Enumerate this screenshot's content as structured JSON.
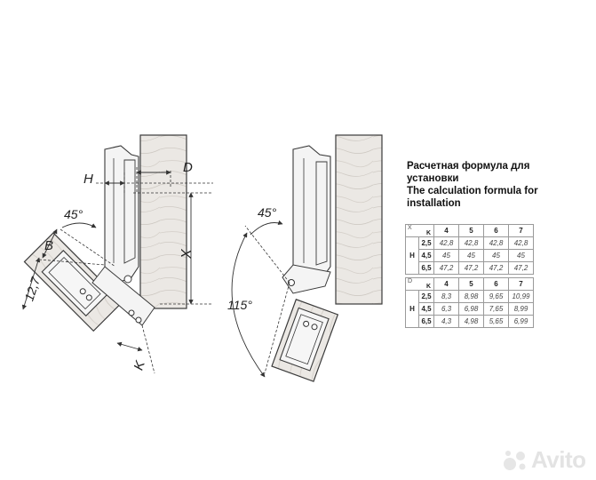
{
  "caption": {
    "line1": "Расчетная формула для",
    "line2": "установки",
    "line3": "The calculation formula for",
    "line4": "installation"
  },
  "labels": {
    "H": "H",
    "D": "D",
    "X": "X",
    "B": "B",
    "K": "K",
    "w127": "12,7",
    "a45_left": "45°",
    "a45_right": "45°",
    "a115": "115°"
  },
  "table_x": {
    "corner_left": "X",
    "corner_right": "K",
    "row_axis": "H",
    "columns": [
      "4",
      "5",
      "6",
      "7"
    ],
    "rows": [
      {
        "h": "2,5",
        "v": [
          "42,8",
          "42,8",
          "42,8",
          "42,8"
        ]
      },
      {
        "h": "4,5",
        "v": [
          "45",
          "45",
          "45",
          "45"
        ]
      },
      {
        "h": "6,5",
        "v": [
          "47,2",
          "47,2",
          "47,2",
          "47,2"
        ]
      }
    ]
  },
  "table_d": {
    "corner_left": "D",
    "corner_right": "K",
    "row_axis": "H",
    "columns": [
      "4",
      "5",
      "6",
      "7"
    ],
    "rows": [
      {
        "h": "2,5",
        "v": [
          "8,3",
          "8,98",
          "9,65",
          "10,99"
        ]
      },
      {
        "h": "4,5",
        "v": [
          "6,3",
          "6,98",
          "7,65",
          "8,99"
        ]
      },
      {
        "h": "6,5",
        "v": [
          "4,3",
          "4,98",
          "5,65",
          "6,99"
        ]
      }
    ]
  },
  "watermark": "Avito",
  "colors": {
    "line": "#3a3a3a",
    "wood": "#e9e6e2",
    "metal": "#f4f4f4"
  }
}
